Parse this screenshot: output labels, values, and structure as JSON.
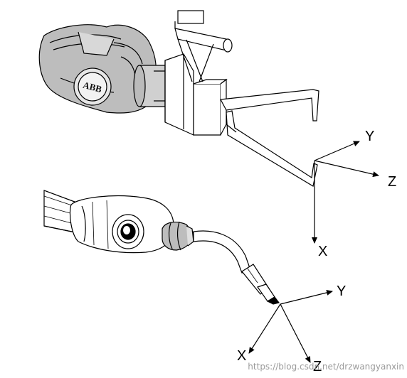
{
  "robot_gripper": {
    "brand_logo": "ABB",
    "frame_axes": {
      "y_label": "Y",
      "z_label": "Z",
      "x_label": "X"
    }
  },
  "welding_torch": {
    "frame_axes": {
      "y_label": "Y",
      "x_label": "X",
      "z_label": "Z"
    }
  },
  "watermark": "https://blog.csdn.net/drzwangyanxin",
  "colors": {
    "ink": "#000000",
    "wrist_shade": "#bdbdbd",
    "background": "#ffffff"
  }
}
